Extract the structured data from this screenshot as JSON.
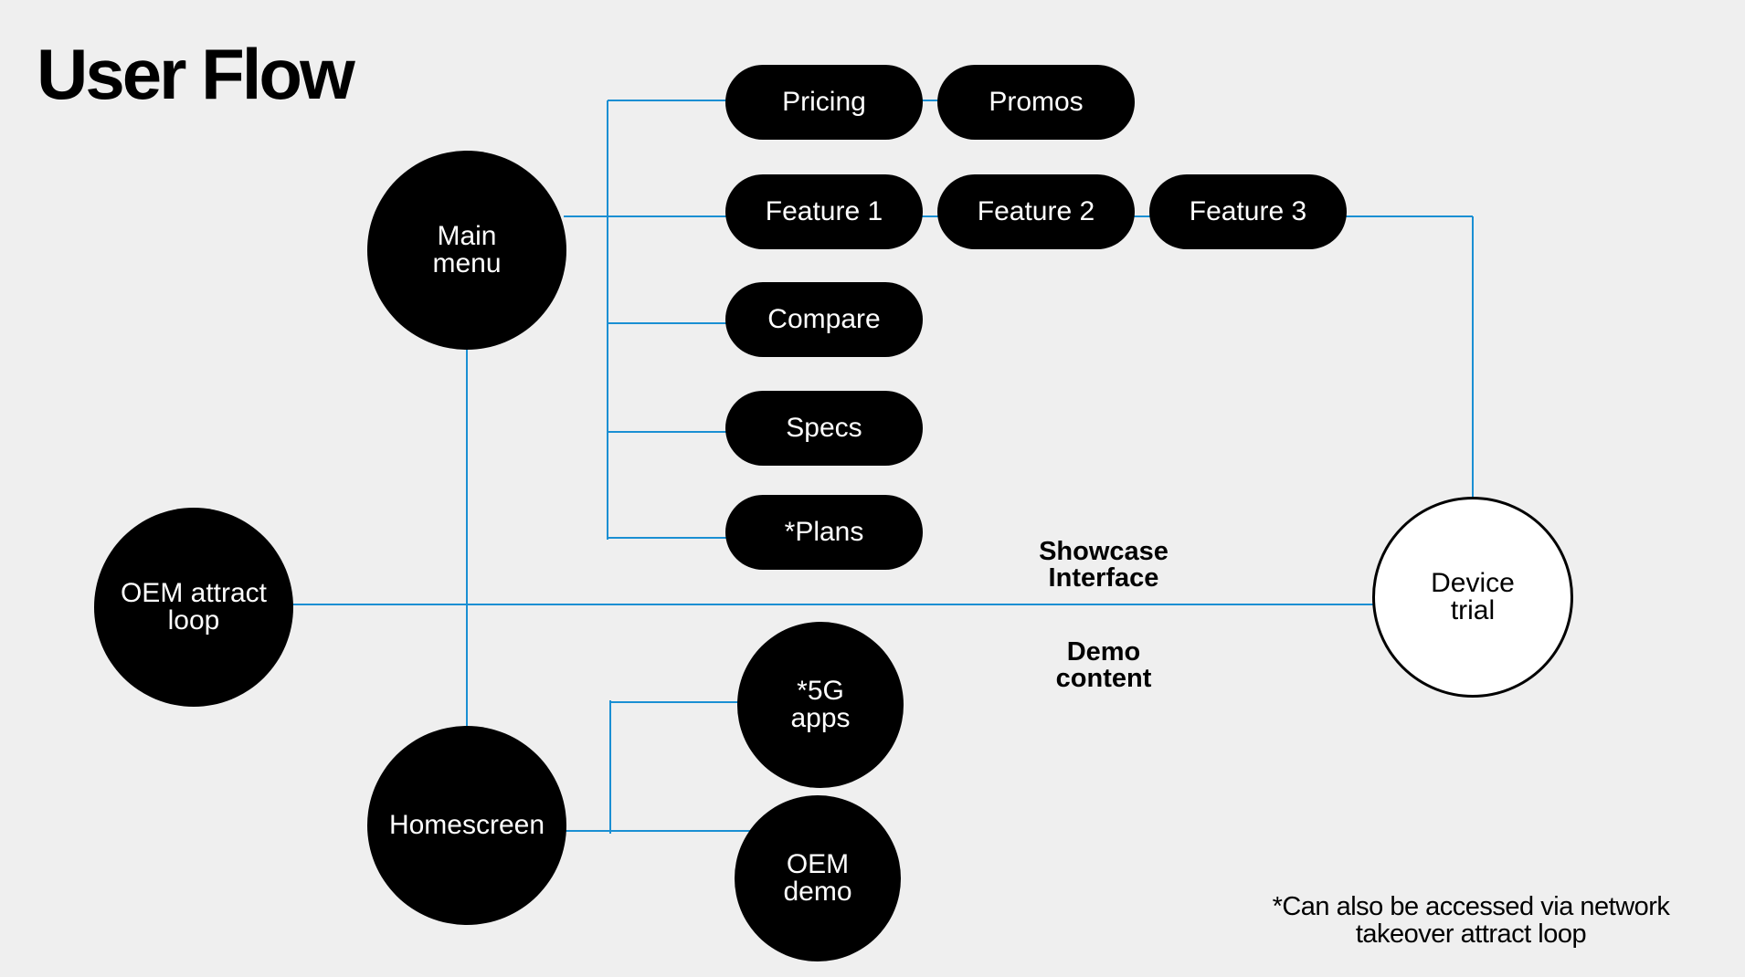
{
  "title": "User Flow",
  "nodes": {
    "main_menu": "Main\nmenu",
    "oem_attract_loop": "OEM attract\nloop",
    "homescreen": "Homescreen",
    "device_trial": "Device\ntrial",
    "pricing": "Pricing",
    "promos": "Promos",
    "feature1": "Feature 1",
    "feature2": "Feature 2",
    "feature3": "Feature 3",
    "compare": "Compare",
    "specs": "Specs",
    "plans": "*Plans",
    "apps_5g": "*5G\napps",
    "oem_demo": "OEM\ndemo"
  },
  "labels": {
    "showcase_interface": "Showcase\nInterface",
    "demo_content": "Demo\ncontent"
  },
  "footnote": "*Can also be accessed via network\ntakeover attract loop",
  "colors": {
    "background": "#efefef",
    "connector": "#1a8fd3",
    "node_fill": "#000000",
    "node_text": "#ffffff"
  }
}
